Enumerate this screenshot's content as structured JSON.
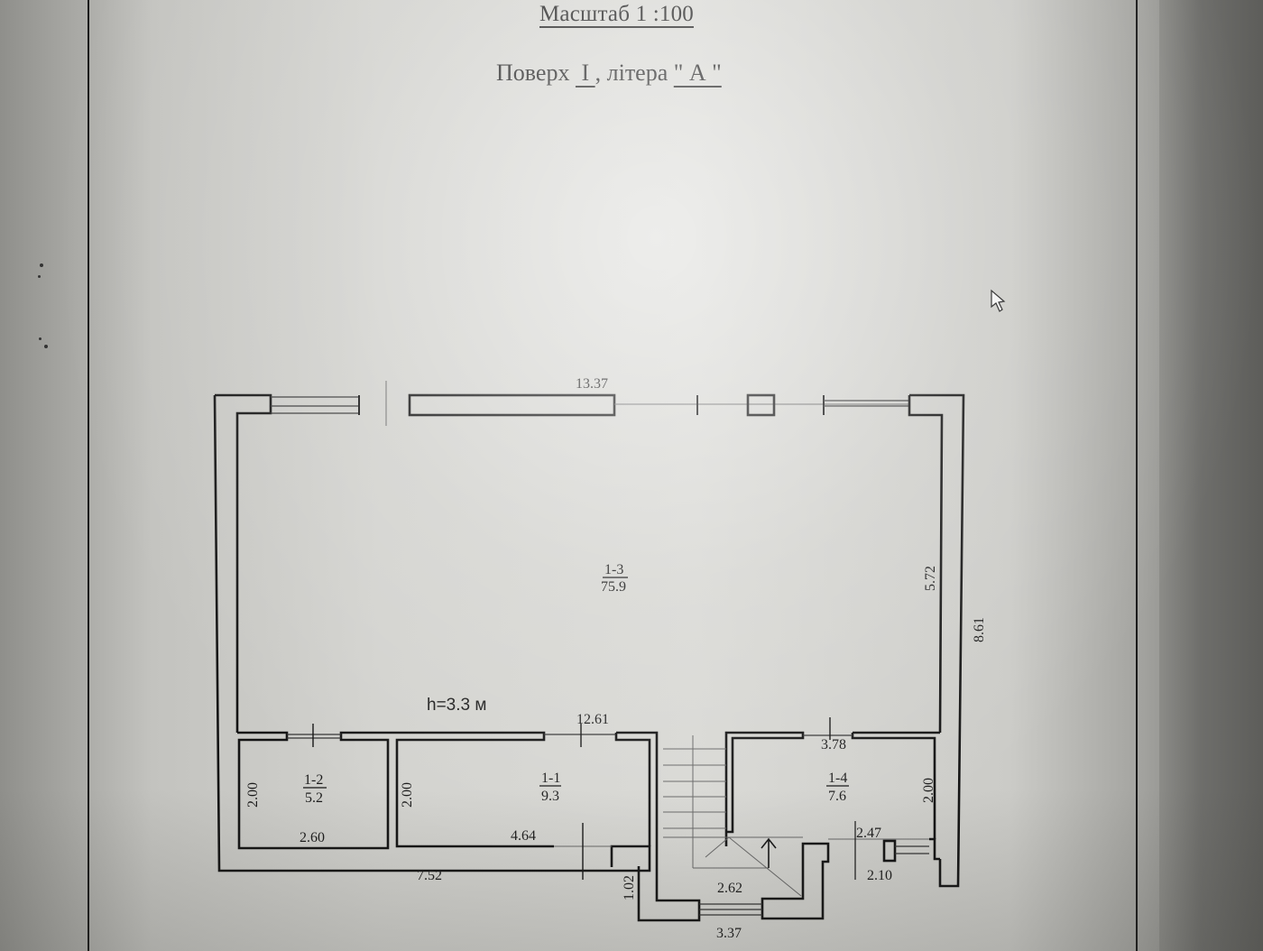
{
  "header": {
    "scale_label": "Масштаб 1 :100",
    "floor_prefix": "Поверх ",
    "floor_value": " I ",
    "letter_prefix": ", літера ",
    "letter_value": "\" А \""
  },
  "plan": {
    "ceiling_height": "h=3.3 м",
    "dimensions": {
      "top_overall": "13.37",
      "right_room_height": "5.72",
      "right_overall": "8.61",
      "inner_width": "12.61",
      "room_1_4_width": "3.78",
      "room_1_2_width": "2.60",
      "room_1_1_width": "4.64",
      "bottom_left_overall": "7.52",
      "vestibule_height": "1.02",
      "stair_width": "2.62",
      "entry_overall": "3.37",
      "room_1_4_bottom": "2.47",
      "bottom_right": "2.10",
      "room_1_2_height": "2.00",
      "room_1_1_height": "2.00",
      "room_1_4_height": "2.00"
    },
    "rooms": [
      {
        "id": "1-3",
        "area": "75.9"
      },
      {
        "id": "1-2",
        "area": "5.2"
      },
      {
        "id": "1-1",
        "area": "9.3"
      },
      {
        "id": "1-4",
        "area": "7.6"
      }
    ]
  },
  "colors": {
    "ink": "#141414",
    "paper": "#d8d8d4",
    "bezel": "#5d5d5a"
  }
}
